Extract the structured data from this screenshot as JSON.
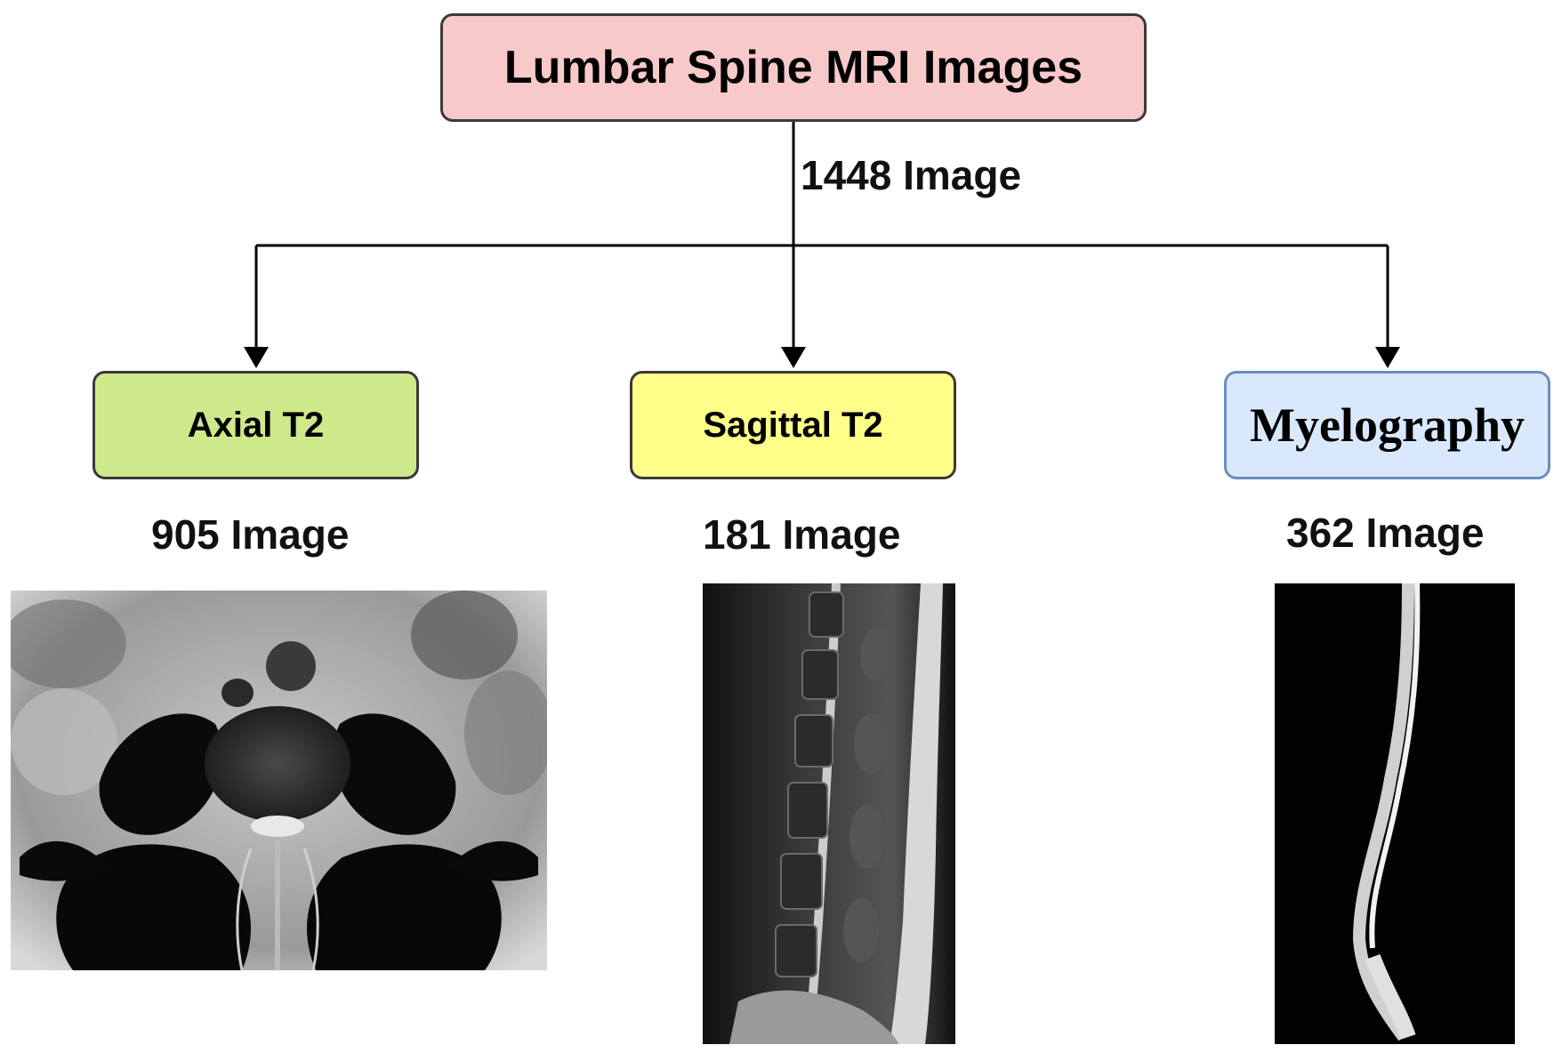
{
  "root": {
    "label": "Lumbar Spine MRI Images",
    "count_label": "1448 Image",
    "color": "#f8c9c9"
  },
  "branches": [
    {
      "id": "axial",
      "label": "Axial T2",
      "count_label": "905 Image",
      "color": "#cde98a"
    },
    {
      "id": "sagittal",
      "label": "Sagittal T2",
      "count_label": "181 Image",
      "color": "#fefe88"
    },
    {
      "id": "myelo",
      "label": "Myelography",
      "count_label": "362 Image",
      "color": "#dae8fb",
      "border": "#6c8ebf"
    }
  ]
}
